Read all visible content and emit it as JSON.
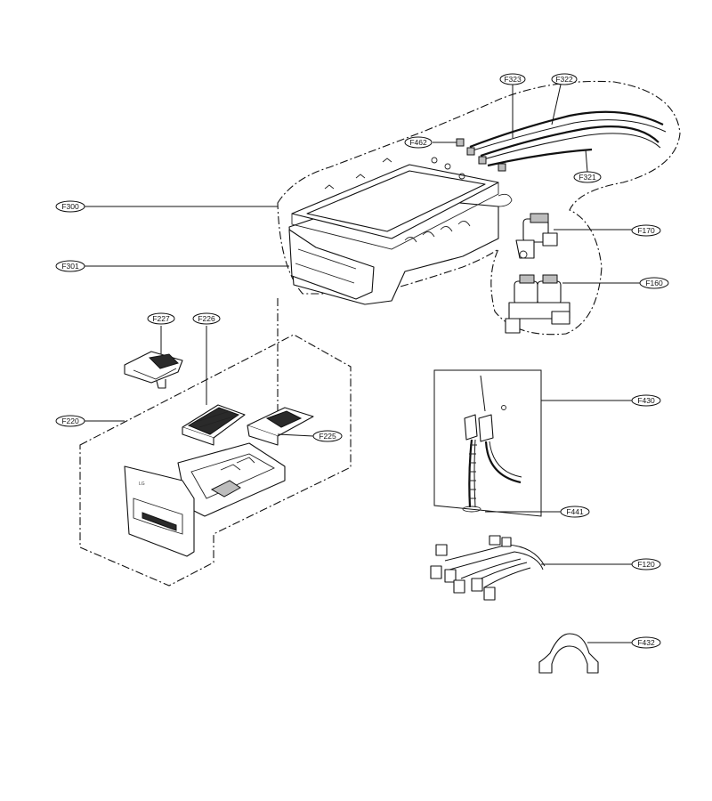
{
  "callouts": [
    {
      "id": "F323",
      "label": "F323"
    },
    {
      "id": "F322",
      "label": "F322"
    },
    {
      "id": "F462",
      "label": "F462"
    },
    {
      "id": "F321",
      "label": "F321"
    },
    {
      "id": "F300",
      "label": "F300"
    },
    {
      "id": "F301",
      "label": "F301"
    },
    {
      "id": "F170",
      "label": "F170"
    },
    {
      "id": "F160",
      "label": "F160"
    },
    {
      "id": "F227",
      "label": "F227"
    },
    {
      "id": "F226",
      "label": "F226"
    },
    {
      "id": "F220",
      "label": "F220"
    },
    {
      "id": "F225",
      "label": "F225"
    },
    {
      "id": "F430",
      "label": "F430"
    },
    {
      "id": "F441",
      "label": "F441"
    },
    {
      "id": "F120",
      "label": "F120"
    },
    {
      "id": "F432",
      "label": "F432"
    }
  ]
}
